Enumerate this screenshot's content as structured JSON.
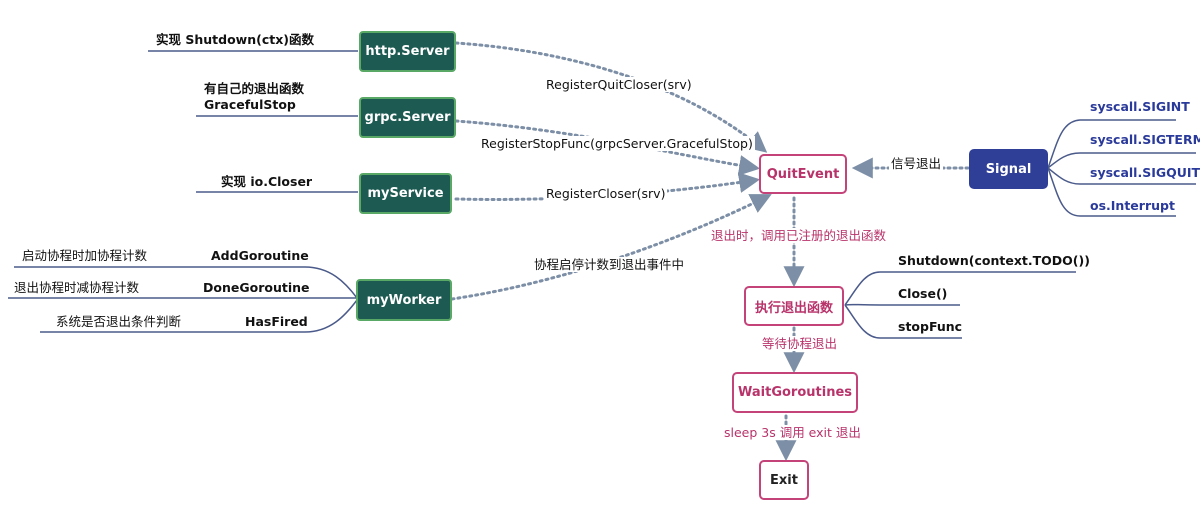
{
  "nodes": {
    "http_server": "http.Server",
    "grpc_server": "grpc.Server",
    "my_service": "myService",
    "my_worker": "myWorker",
    "quit_event": "QuitEvent",
    "signal": "Signal",
    "exec_quit": "执行退出函数",
    "wait_goroutines": "WaitGoroutines",
    "exit": "Exit"
  },
  "notes": {
    "http_server": "实现 Shutdown(ctx)函数",
    "grpc_server_line1": "有自己的退出函数",
    "grpc_server_line2": "GracefulStop",
    "my_service": "实现 io.Closer"
  },
  "worker": {
    "items": [
      {
        "desc": "启动协程时加协程计数",
        "method": "AddGoroutine"
      },
      {
        "desc": "退出协程时减协程计数",
        "method": "DoneGoroutine"
      },
      {
        "desc": "系统是否退出条件判断",
        "method": "HasFired"
      }
    ]
  },
  "signals": [
    "syscall.SIGINT",
    "syscall.SIGTERM",
    "syscall.SIGQUIT",
    "os.Interrupt"
  ],
  "quit_funcs": [
    "Shutdown(context.TODO())",
    "Close()",
    "stopFunc"
  ],
  "edges": {
    "http": "RegisterQuitCloser(srv)",
    "grpc": "RegisterStopFunc(grpcServer.GracefulStop)",
    "service": "RegisterCloser(srv)",
    "worker": "协程启停计数到退出事件中",
    "signal": "信号退出",
    "quit_to_exec": "退出时，调用已注册的退出函数",
    "exec_to_wait": "等待协程退出",
    "wait_to_exit": "sleep 3s 调用 exit 退出"
  },
  "colors": {
    "teal_fill": "#1d5a52",
    "teal_border": "#59a865",
    "navy_fill": "#2f3e96",
    "pink_border": "#c4447a",
    "pink_text": "#b8336a",
    "connector": "#7d8fa6",
    "tree_line": "#4a5a8a"
  }
}
